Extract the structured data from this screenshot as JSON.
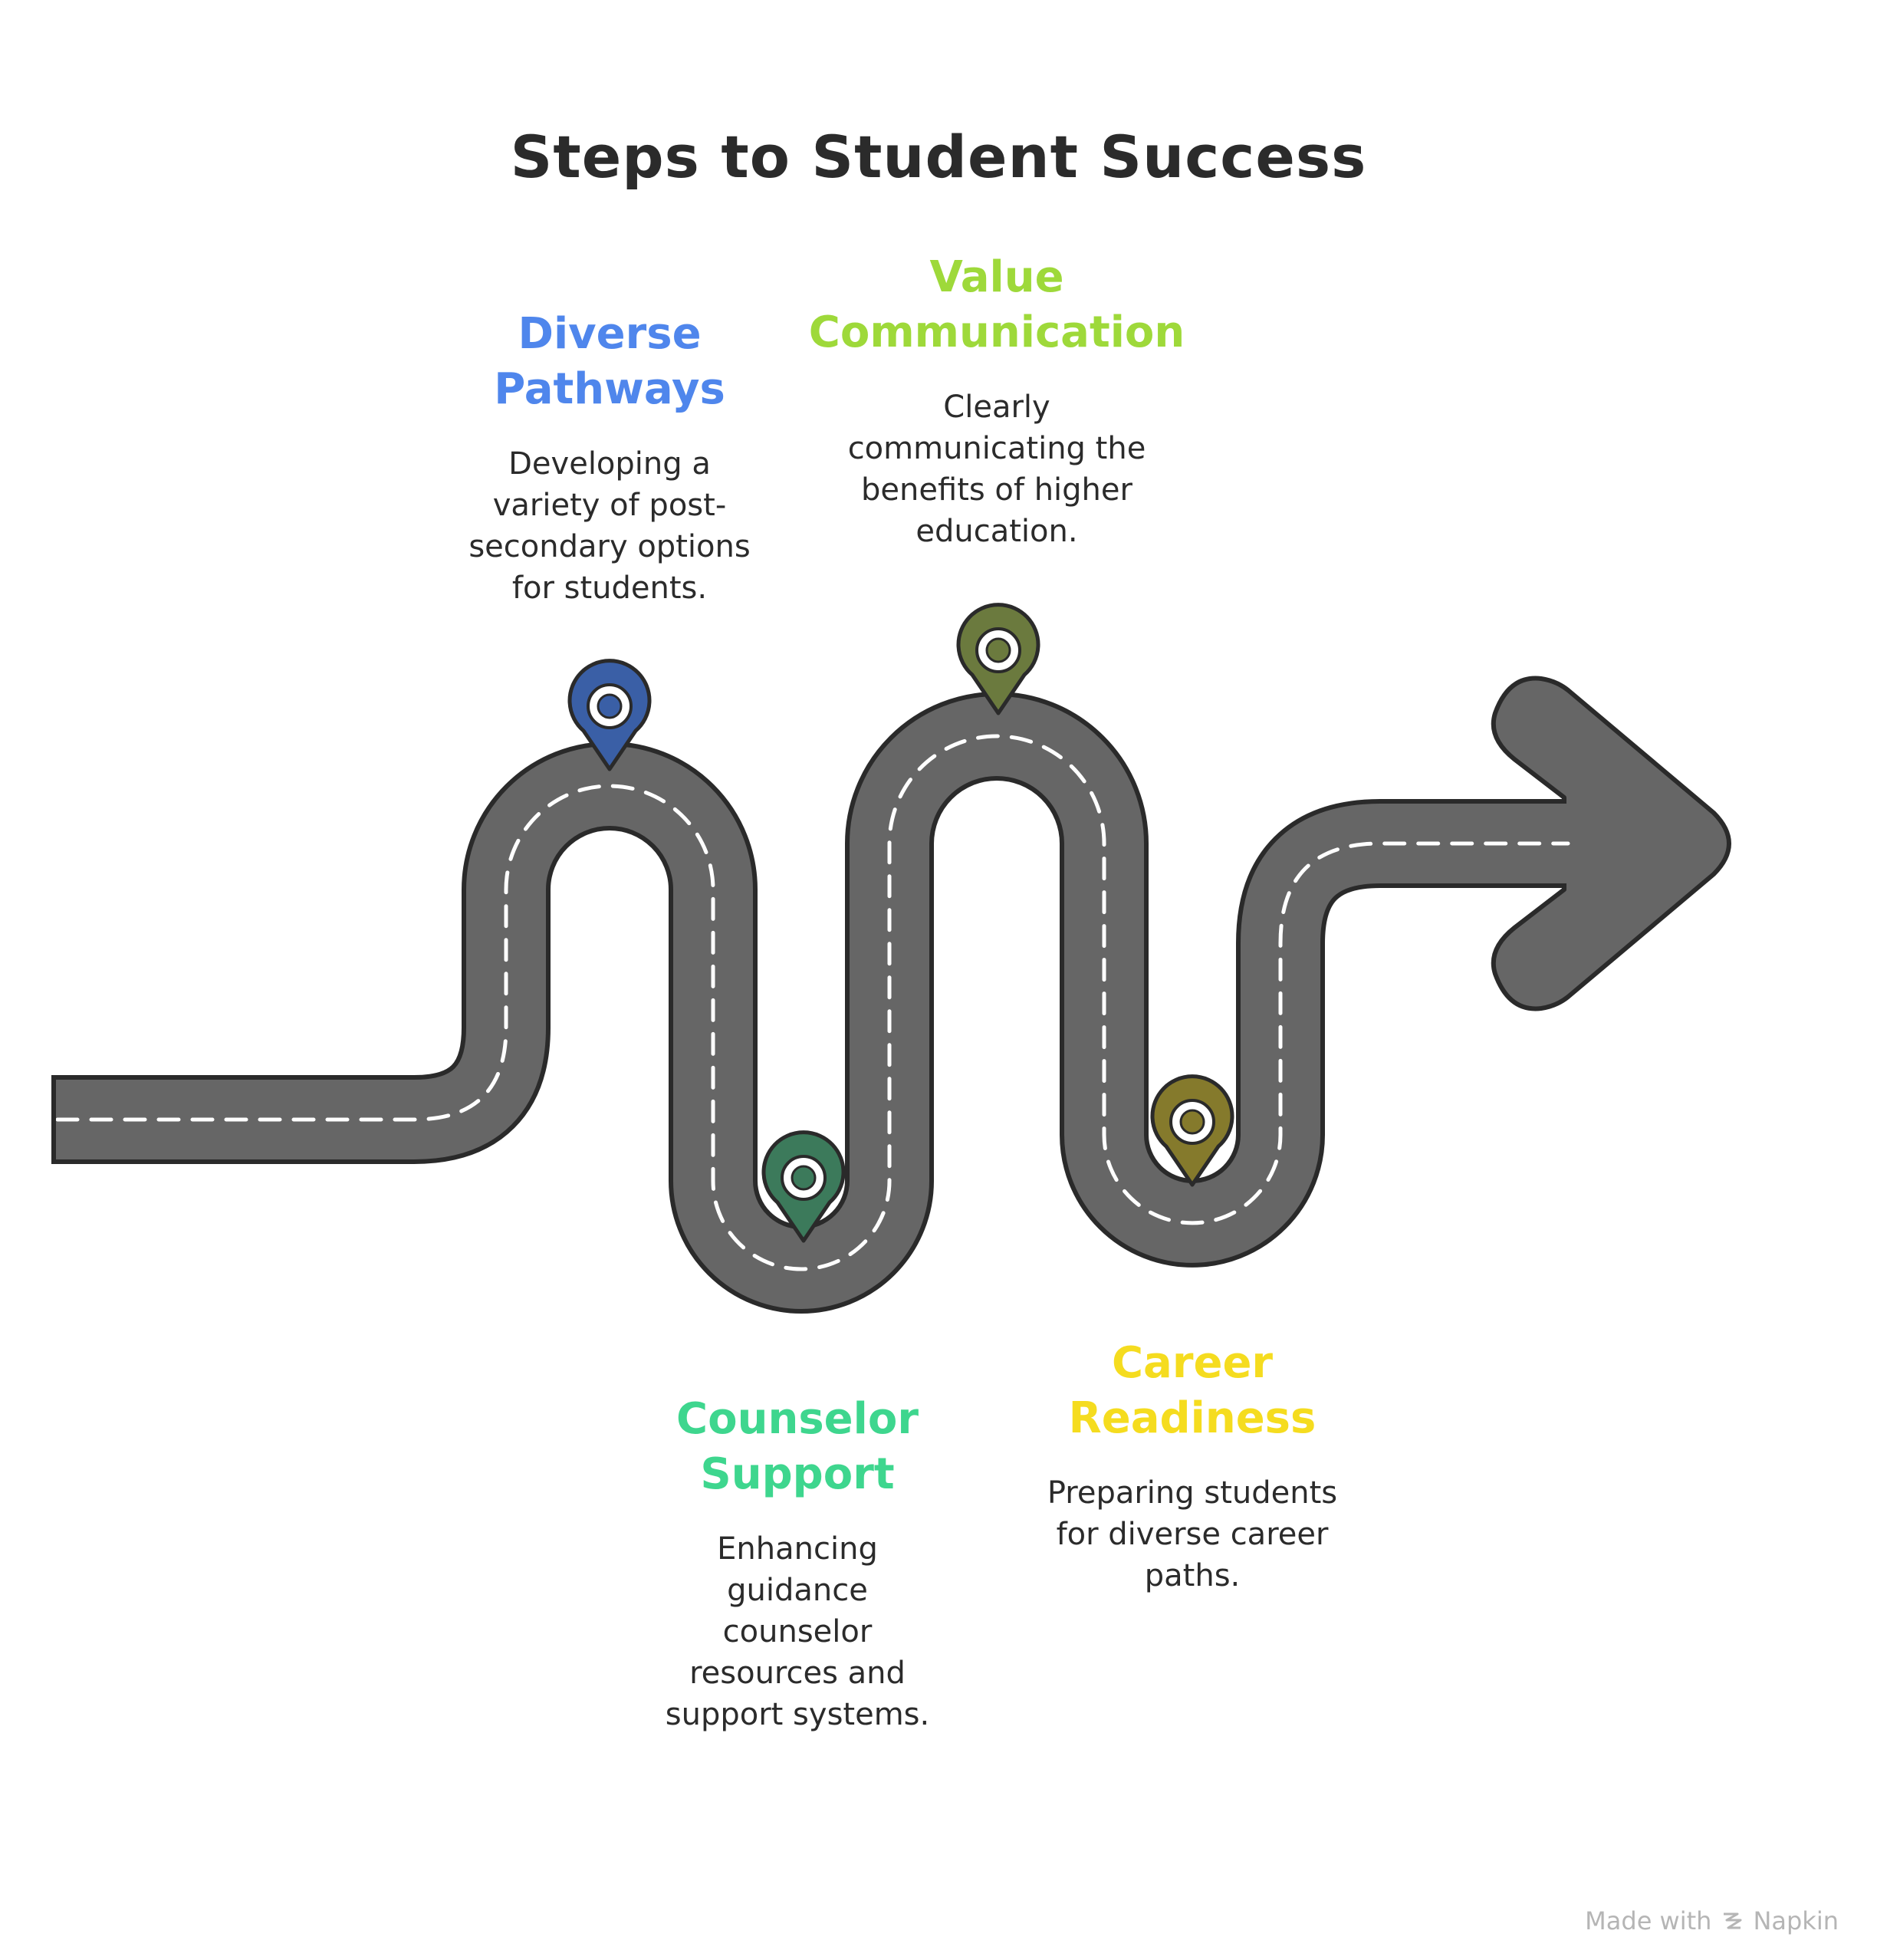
{
  "title": "Steps to Student Success",
  "road_color": "#666666",
  "steps": [
    {
      "title": "Diverse\nPathways",
      "description": "Developing a\nvariety of post-\nsecondary options\nfor students.",
      "color": "#4f86ec",
      "marker_color": "#3a5fa6",
      "marker_icon": "map-pin-icon"
    },
    {
      "title": "Counselor\nSupport",
      "description": "Enhancing\nguidance\ncounselor\nresources and\nsupport systems.",
      "color": "#3ed68e",
      "marker_color": "#3c7a5b",
      "marker_icon": "map-pin-icon"
    },
    {
      "title": "Value\nCommunication",
      "description": "Clearly\ncommunicating the\nbenefits of higher\neducation.",
      "color": "#9ed93a",
      "marker_color": "#6b7a3e",
      "marker_icon": "map-pin-icon"
    },
    {
      "title": "Career\nReadiness",
      "description": "Preparing students\nfor diverse career\npaths.",
      "color": "#f5dc1f",
      "marker_color": "#857a2c",
      "marker_icon": "map-pin-icon"
    }
  ],
  "footer": {
    "made_with": "Made with",
    "brand": "Napkin",
    "brand_icon": "napkin-logo-icon"
  }
}
